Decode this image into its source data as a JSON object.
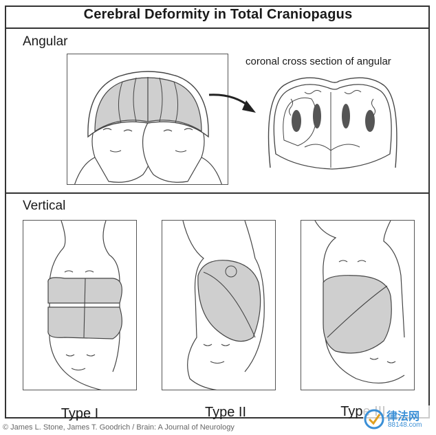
{
  "title": "Cerebral Deformity in Total Craniopagus",
  "sections": {
    "angular": {
      "label": "Angular",
      "annotation": "coronal cross section of angular"
    },
    "vertical": {
      "label": "Vertical",
      "types": [
        {
          "label": "Type I"
        },
        {
          "label": "Type II"
        },
        {
          "label": "Type III"
        }
      ]
    }
  },
  "credit": "© James L. Stone, James T. Goodrich / Brain: A Journal of Neurology",
  "watermark": {
    "text": "律法网",
    "subtext": "88148.com"
  },
  "colors": {
    "brain_fill": "#cfcfcf",
    "line": "#444444",
    "frame": "#333333",
    "logo_blue": "#3a8fd6",
    "logo_gold": "#e0a020"
  }
}
